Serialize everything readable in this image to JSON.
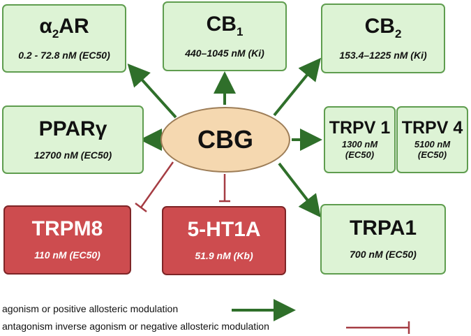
{
  "center": {
    "label": "CBG"
  },
  "targets": {
    "a2ar": {
      "name_main": "α",
      "name_sub": "2",
      "name_tail": "AR",
      "value": "0.2 - 72.8 nM (EC50)"
    },
    "cb1": {
      "name_main": "CB",
      "name_sub": "1",
      "value": "440–1045 nM (Ki)"
    },
    "cb2": {
      "name_main": "CB",
      "name_sub": "2",
      "value": "153.4–1225 nM (Ki)"
    },
    "pparg": {
      "name": "PPARγ",
      "value": "12700 nM (EC50)"
    },
    "trpv1": {
      "name": "TRPV 1",
      "value": "1300 nM (EC50)"
    },
    "trpv4": {
      "name": "TRPV 4",
      "value": "5100 nM (EC50)"
    },
    "trpm8": {
      "name": "TRPM8",
      "value": "110 nM (EC50)"
    },
    "ht1a": {
      "name": "5-HT1A",
      "value": "51.9 nM (Kb)"
    },
    "trpa1": {
      "name": "TRPA1",
      "value": "700 nM (EC50)"
    }
  },
  "legend": {
    "agonism": "agonism or positive allosteric modulation",
    "antagonism": "antagonism inverse agonism or negative allosteric modulation"
  },
  "colors": {
    "agonist_arrow": "#2f6f2a",
    "antagonist_line": "#a53c43",
    "green_box": "#ddf3d5",
    "red_box": "#cd4c4f",
    "center_fill": "#f5d8b0"
  }
}
